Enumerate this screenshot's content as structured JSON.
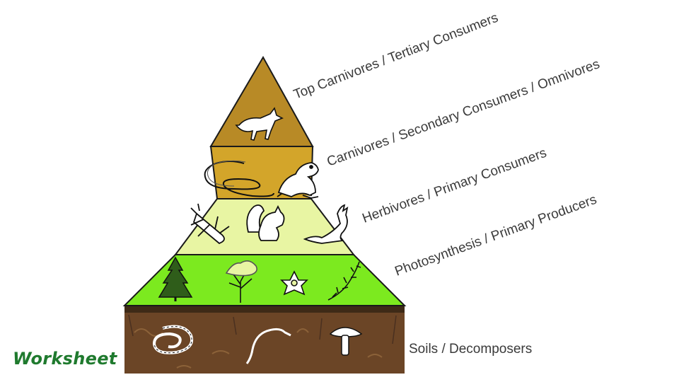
{
  "diagram": {
    "levels": [
      {
        "label": "Top Carnivores / Tertiary Consumers",
        "color": "#b88a26"
      },
      {
        "label": "Carnivores / Secondary Consumers / Omnivores",
        "color": "#d3a52a"
      },
      {
        "label": "Herbivores / Primary Consumers",
        "color": "#e8f5a3"
      },
      {
        "label": "Photosynthesis / Primary Producers",
        "color": "#7cea1f"
      }
    ],
    "soil": {
      "label": "Soils / Decomposers",
      "color": "#6b4526"
    },
    "icons": [
      "fox-icon",
      "snake-icon",
      "frog-icon",
      "insect-icon",
      "squirrel-icon",
      "rabbit-icon",
      "pine-tree-icon",
      "bare-tree-icon",
      "flower-icon",
      "fern-icon",
      "earthworm-icon",
      "worm-icon",
      "mushroom-icon"
    ]
  },
  "footer": {
    "label": "Worksheet"
  }
}
